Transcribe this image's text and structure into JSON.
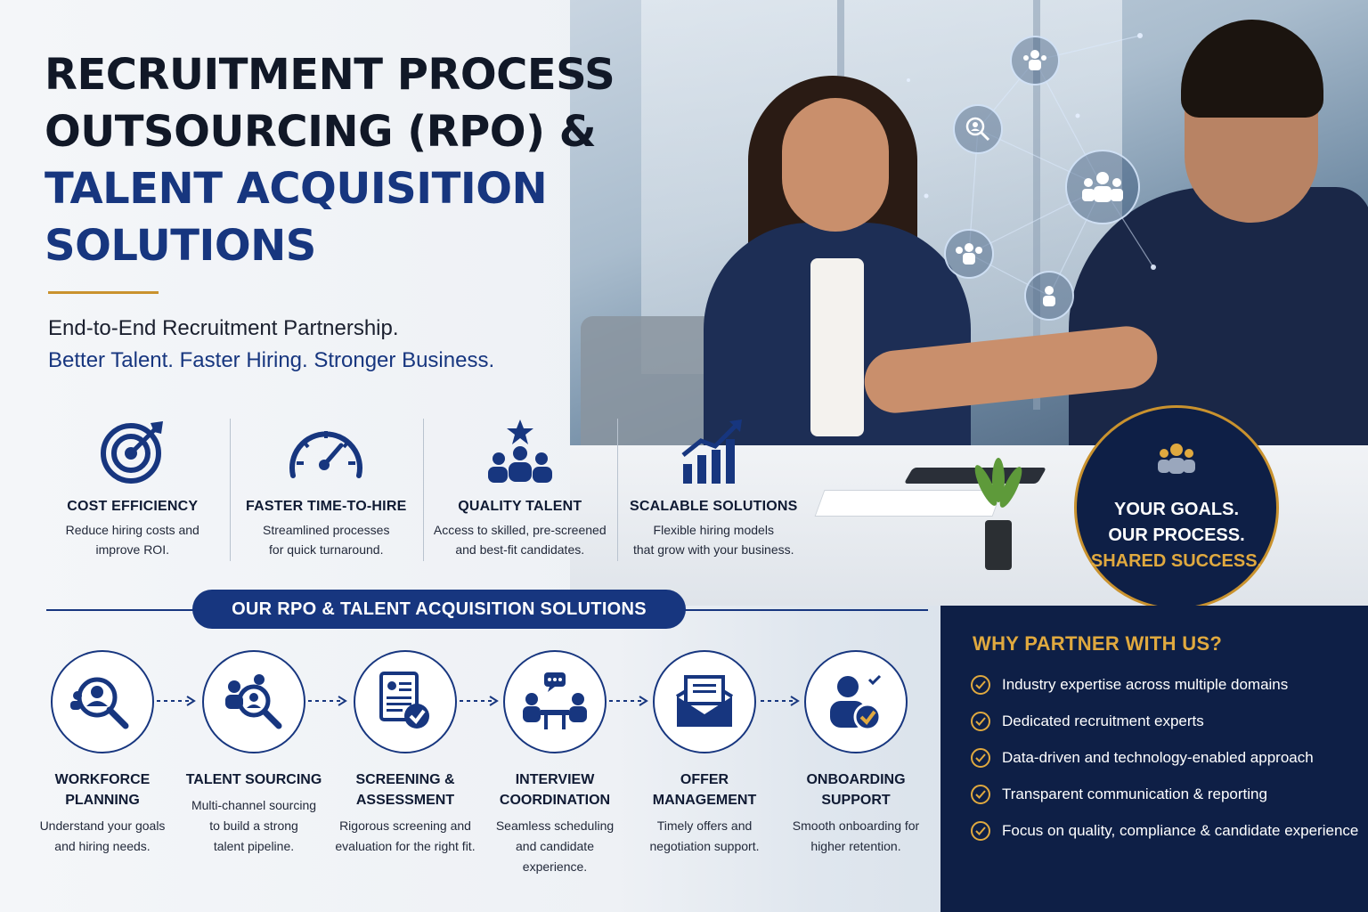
{
  "title": {
    "line1": "RECRUITMENT PROCESS",
    "line2": "OUTSOURCING (RPO) &",
    "line3": "TALENT ACQUISITION",
    "line4": "SOLUTIONS"
  },
  "tagline": {
    "line1": "End-to-End Recruitment Partnership.",
    "line2": "Better Talent. Faster Hiring. Stronger Business."
  },
  "benefits": [
    {
      "title": "COST EFFICIENCY",
      "desc1": "Reduce hiring costs and",
      "desc2": "improve ROI.",
      "icon": "target-icon"
    },
    {
      "title": "FASTER TIME-TO-HIRE",
      "desc1": "Streamlined processes",
      "desc2": "for quick turnaround.",
      "icon": "speedometer-icon"
    },
    {
      "title": "QUALITY TALENT",
      "desc1": "Access to skilled, pre-screened",
      "desc2": "and best-fit candidates.",
      "icon": "team-star-icon"
    },
    {
      "title": "SCALABLE SOLUTIONS",
      "desc1": "Flexible hiring models",
      "desc2": "that grow with your business.",
      "icon": "growth-chart-icon"
    }
  ],
  "badge": {
    "line1": "YOUR GOALS.",
    "line2": "OUR PROCESS.",
    "line3": "SHARED SUCCESS.",
    "icon": "people-icon"
  },
  "solutions": {
    "heading": "OUR RPO & TALENT ACQUISITION SOLUTIONS",
    "steps": [
      {
        "title1": "WORKFORCE",
        "title2": "PLANNING",
        "desc1": "Understand your goals",
        "desc2": "and hiring needs.",
        "desc3": "",
        "icon": "user-search-icon"
      },
      {
        "title1": "TALENT SOURCING",
        "title2": "",
        "desc1": "Multi-channel sourcing",
        "desc2": "to build a strong",
        "desc3": "talent pipeline.",
        "icon": "group-search-icon"
      },
      {
        "title1": "SCREENING &",
        "title2": "ASSESSMENT",
        "desc1": "Rigorous screening and",
        "desc2": "evaluation for the right fit.",
        "desc3": "",
        "icon": "resume-check-icon"
      },
      {
        "title1": "INTERVIEW",
        "title2": "COORDINATION",
        "desc1": "Seamless scheduling",
        "desc2": "and candidate",
        "desc3": "experience.",
        "icon": "interview-icon"
      },
      {
        "title1": "OFFER",
        "title2": "MANAGEMENT",
        "desc1": "Timely offers and",
        "desc2": "negotiation support.",
        "desc3": "",
        "icon": "envelope-offer-icon"
      },
      {
        "title1": "ONBOARDING",
        "title2": "SUPPORT",
        "desc1": "Smooth onboarding for",
        "desc2": "higher retention.",
        "desc3": "",
        "icon": "user-check-icon"
      }
    ]
  },
  "why": {
    "title": "WHY PARTNER WITH US?",
    "items": [
      "Industry expertise across multiple domains",
      "Dedicated recruitment experts",
      "Data-driven and technology-enabled approach",
      "Transparent communication & reporting",
      "Focus on quality, compliance & candidate experience"
    ]
  },
  "colors": {
    "navy": "#17367f",
    "dark_navy": "#0e1f46",
    "gold": "#c9922e",
    "gold_text": "#e0a93f"
  }
}
